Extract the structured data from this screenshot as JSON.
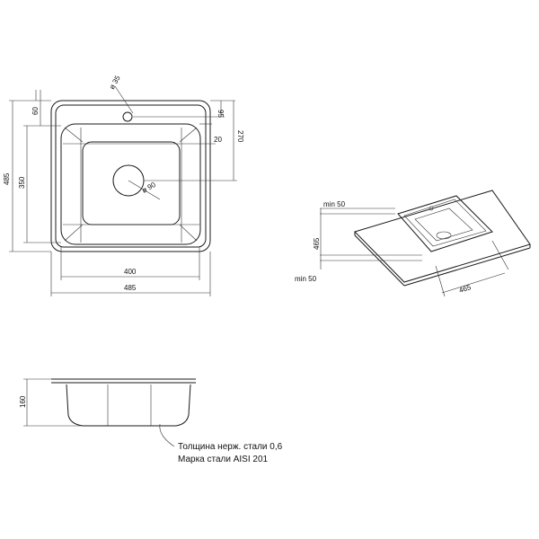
{
  "top_view": {
    "dim_hole_diameter": "ø 35",
    "dim_drain_diameter": "ø 90",
    "dim_overall_height": "485",
    "dim_bowl_height": "350",
    "dim_top_offset": "60",
    "dim_hole_offset": "95",
    "dim_half_height": "270",
    "dim_corner": "20",
    "dim_bowl_width": "400",
    "dim_overall_width": "485"
  },
  "install_view": {
    "dim_min_top": "min 50",
    "dim_cutout_height": "465",
    "dim_min_bottom": "min 50",
    "dim_cutout_width": "465"
  },
  "side_view": {
    "dim_depth": "160"
  },
  "notes": {
    "thickness": "Толщина нерж. стали 0,6",
    "grade": "Марка стали AISI 201"
  }
}
